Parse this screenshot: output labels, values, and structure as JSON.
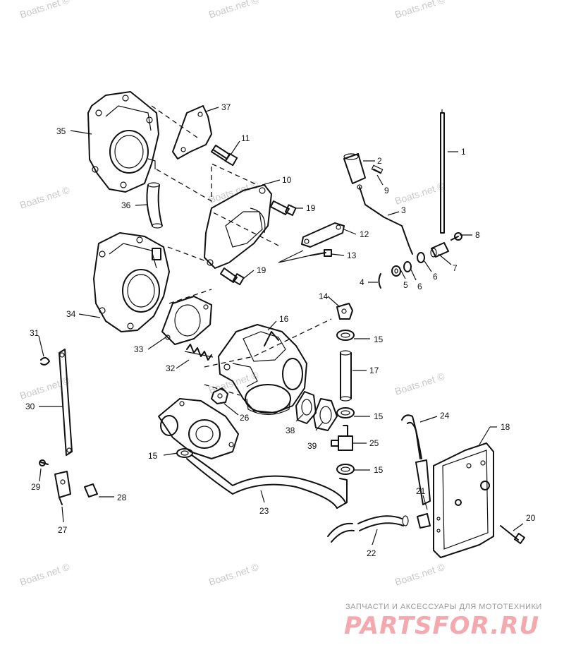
{
  "watermark": "Boats.net ©",
  "brand": {
    "tagline": "ЗАПЧАСТИ И АКСЕССУАРЫ ДЛЯ МОТОТЕХНИКИ",
    "logo": "PARTSFOR.RU"
  },
  "callouts": {
    "c1": "1",
    "c2": "2",
    "c3": "3",
    "c4": "4",
    "c5": "5",
    "c6a": "6",
    "c6b": "6",
    "c7": "7",
    "c8": "8",
    "c9": "9",
    "c10": "10",
    "c11": "11",
    "c12": "12",
    "c13": "13",
    "c14": "14",
    "c15a": "15",
    "c15b": "15",
    "c15c": "15",
    "c15d": "15",
    "c16": "16",
    "c17": "17",
    "c18": "18",
    "c19a": "19",
    "c19b": "19",
    "c20": "20",
    "c21": "21",
    "c22": "22",
    "c23": "23",
    "c24": "24",
    "c25": "25",
    "c26": "26",
    "c27": "27",
    "c28": "28",
    "c29": "29",
    "c30": "30",
    "c31": "31",
    "c32": "32",
    "c33": "33",
    "c34": "34",
    "c35": "35",
    "c36": "36",
    "c37": "37",
    "c38": "38",
    "c39": "39"
  }
}
